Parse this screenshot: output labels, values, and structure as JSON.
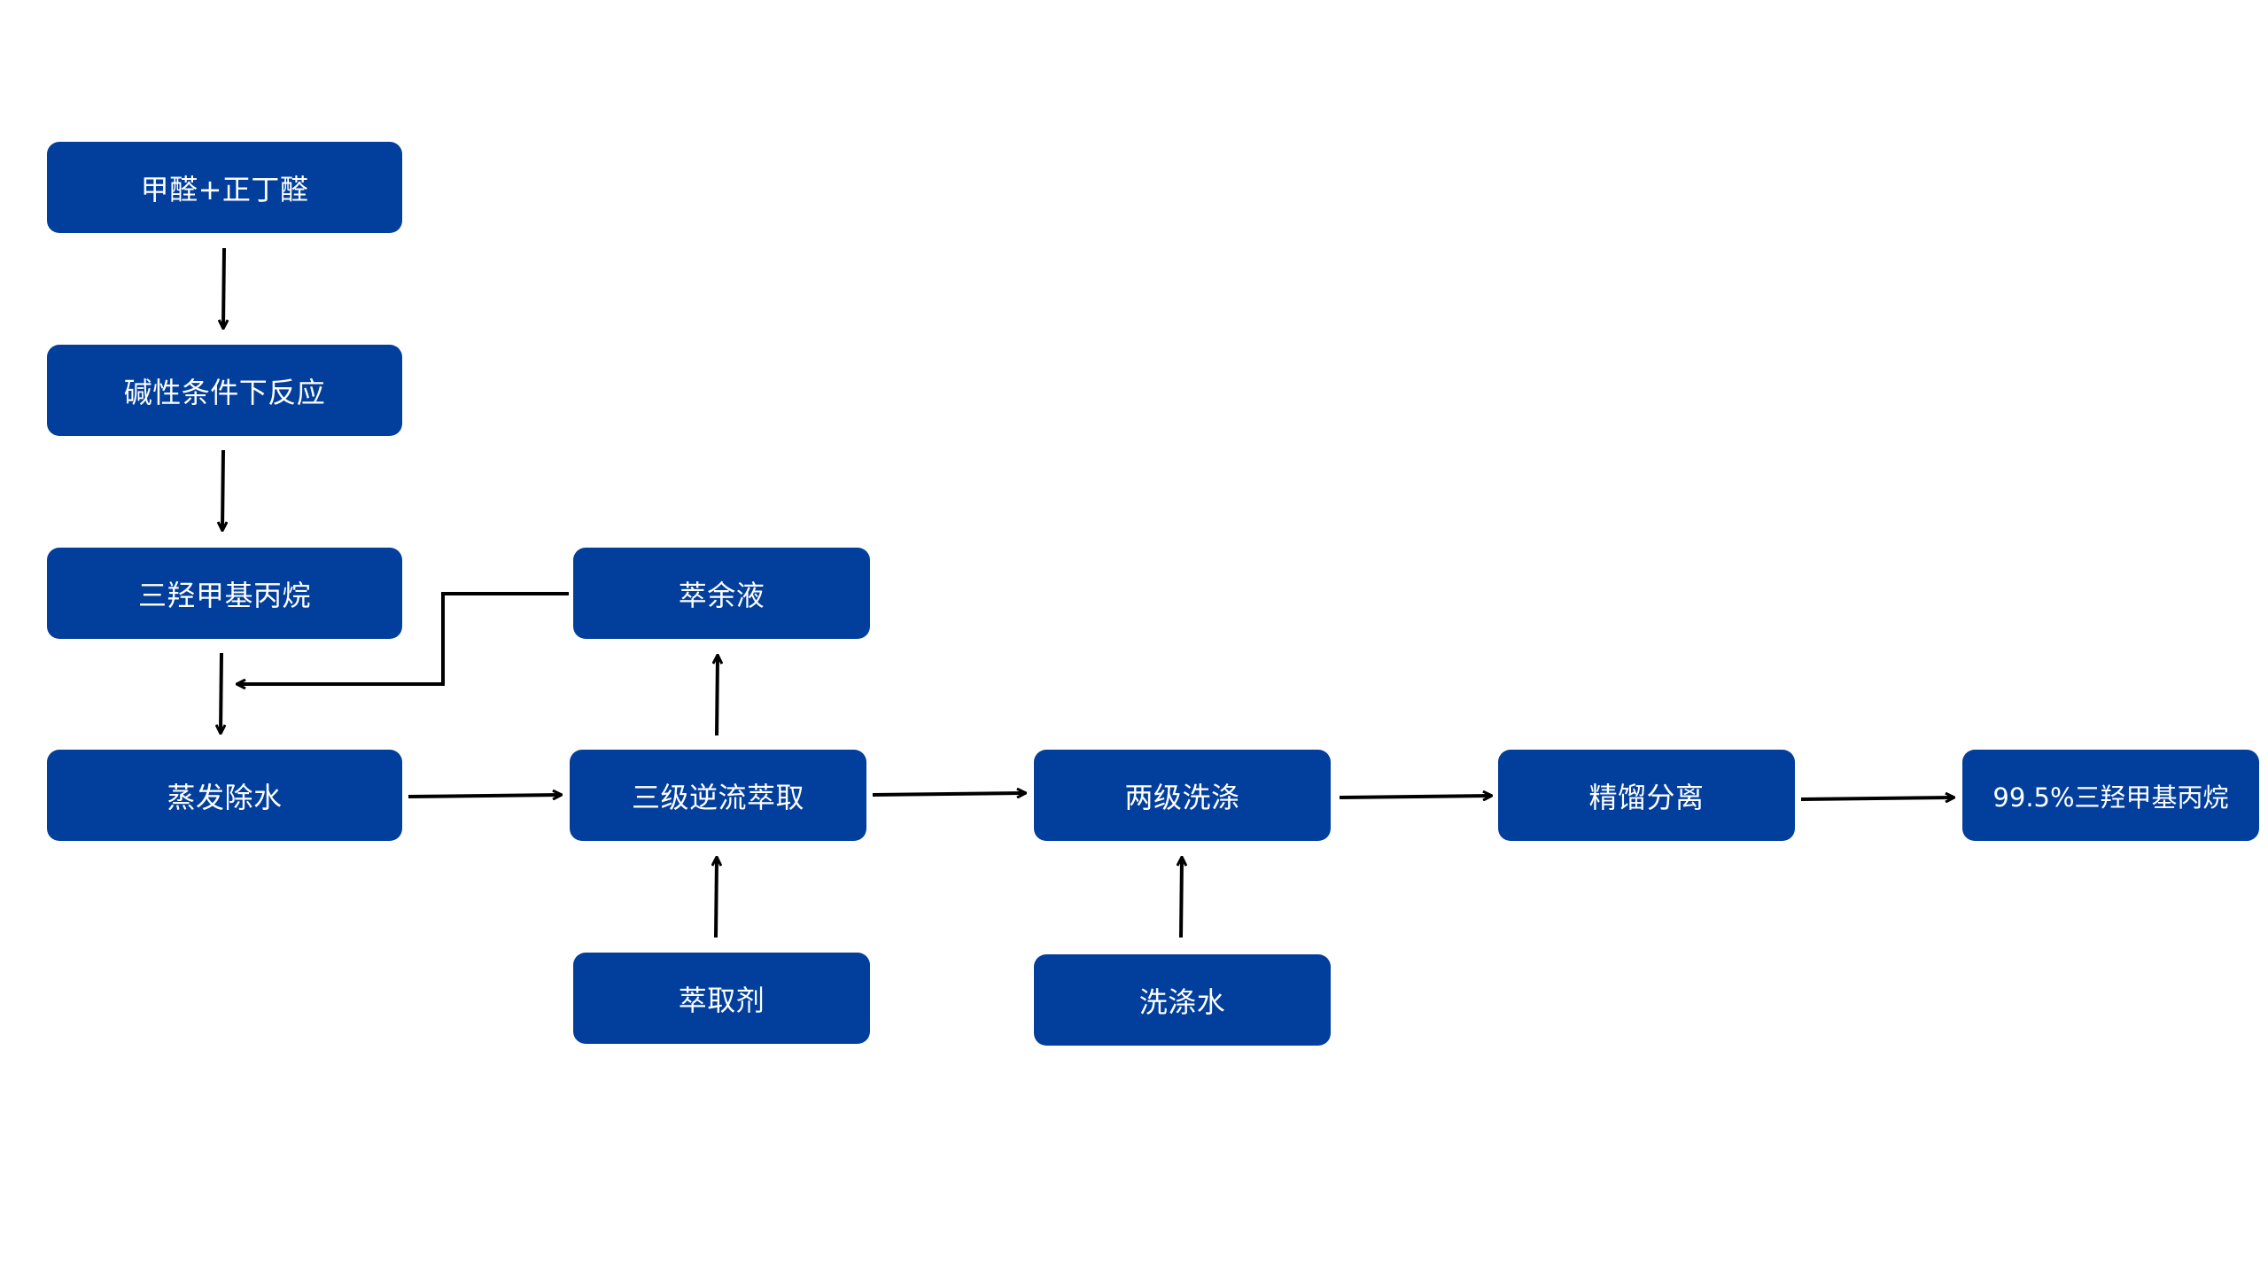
{
  "diagram": {
    "nodes": [
      {
        "id": "n1",
        "label": "甲醛+正丁醛"
      },
      {
        "id": "n2",
        "label": "碱性条件下反应"
      },
      {
        "id": "n3",
        "label": "三羟甲基丙烷"
      },
      {
        "id": "n4",
        "label": "蒸发除水"
      },
      {
        "id": "n5",
        "label": "萃余液"
      },
      {
        "id": "n6",
        "label": "三级逆流萃取"
      },
      {
        "id": "n7",
        "label": "萃取剂"
      },
      {
        "id": "n8",
        "label": "两级洗涤"
      },
      {
        "id": "n9",
        "label": "洗涤水"
      },
      {
        "id": "n10",
        "label": "精馏分离"
      },
      {
        "id": "n11",
        "label": "99.5%三羟甲基丙烷"
      }
    ],
    "edges": [
      {
        "from": "n1",
        "to": "n2"
      },
      {
        "from": "n2",
        "to": "n3"
      },
      {
        "from": "n3",
        "to": "n4"
      },
      {
        "from": "n5",
        "to": "n4"
      },
      {
        "from": "n4",
        "to": "n6"
      },
      {
        "from": "n6",
        "to": "n5"
      },
      {
        "from": "n7",
        "to": "n6"
      },
      {
        "from": "n6",
        "to": "n8"
      },
      {
        "from": "n9",
        "to": "n8"
      },
      {
        "from": "n8",
        "to": "n10"
      },
      {
        "from": "n10",
        "to": "n11"
      }
    ],
    "colors": {
      "node_fill": "#023f9c",
      "node_text": "#ffffff",
      "edge": "#000000"
    }
  }
}
